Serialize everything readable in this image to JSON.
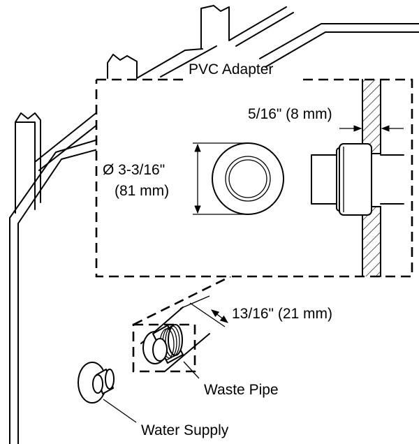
{
  "labels": {
    "pvc_adapter": "PVC Adapter",
    "wall_gap": "5/16\" (8 mm)",
    "diameter_in": "Ø 3-3/16\"",
    "diameter_mm": "(81 mm)",
    "pipe_length": "13/16\" (21 mm)",
    "waste_pipe": "Waste Pipe",
    "water_supply": "Water Supply"
  }
}
